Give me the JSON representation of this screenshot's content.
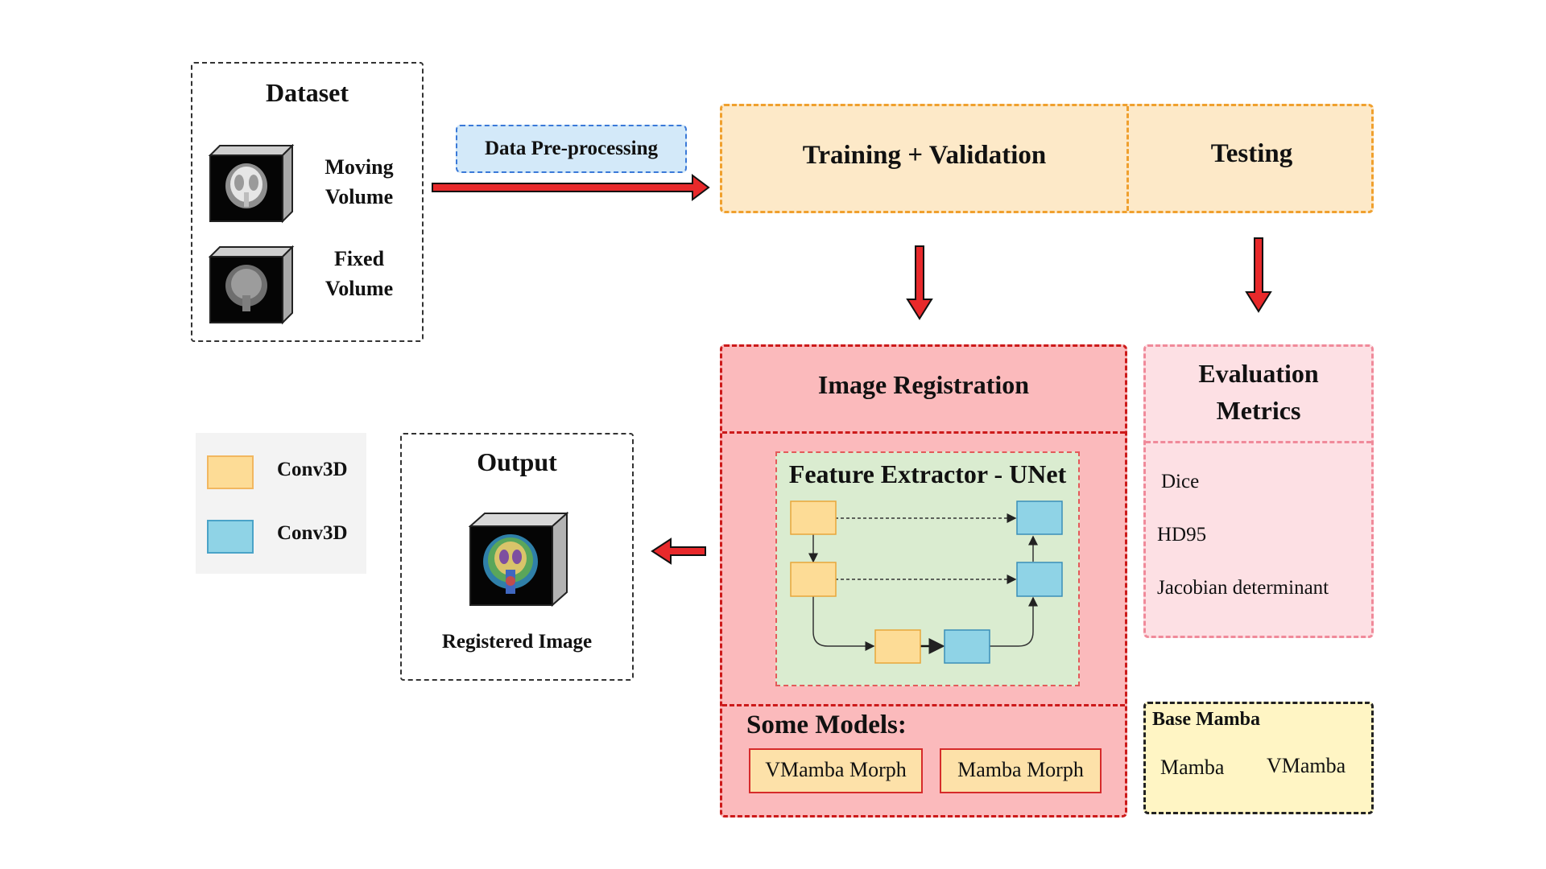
{
  "dataset": {
    "title": "Dataset",
    "moving_label": "Moving\nVolume",
    "fixed_label": "Fixed\nVolume"
  },
  "preprocessing": {
    "label": "Data Pre-processing"
  },
  "training": {
    "label": "Training + Validation"
  },
  "testing": {
    "label": "Testing"
  },
  "registration": {
    "title": "Image Registration",
    "feature_extractor": "Feature Extractor - UNet",
    "models_title": "Some Models:",
    "models": [
      "VMamba Morph",
      "Mamba Morph"
    ]
  },
  "evaluation": {
    "title": "Evaluation\nMetrics",
    "metrics": [
      "Dice",
      "HD95",
      "Jacobian determinant"
    ]
  },
  "base_mamba": {
    "title": "Base Mamba",
    "items": [
      "Mamba",
      "VMamba"
    ]
  },
  "legend": {
    "items": [
      {
        "label": "Conv3D",
        "color": "#fddc96"
      },
      {
        "label": "Conv3D",
        "color": "#8fd3e6"
      }
    ]
  },
  "output": {
    "title": "Output",
    "caption": "Registered Image"
  },
  "colors": {
    "arrow_fill": "#e8292b",
    "training_fill": "#fde9c8",
    "registration_fill": "#fbbabc",
    "evaluation_fill": "#fde0e4",
    "feature_fill": "#daecd0",
    "preprocessing_fill": "#d3e9f9",
    "base_mamba_fill": "#fff5c4",
    "encoder_block": "#fddc96",
    "decoder_block": "#8fd3e6"
  }
}
